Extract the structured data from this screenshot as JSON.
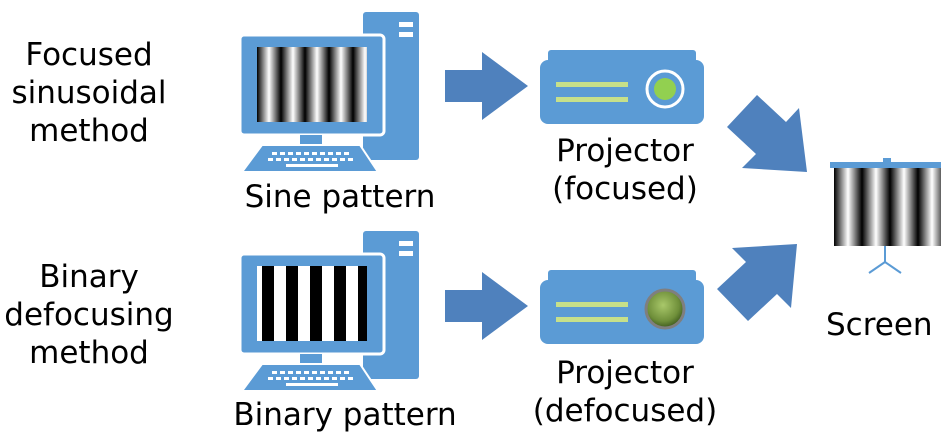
{
  "methods": {
    "top": [
      "Focused",
      "sinusoidal",
      "method"
    ],
    "bottom": [
      "Binary",
      "defocusing",
      "method"
    ]
  },
  "computers": {
    "top_caption": "Sine pattern",
    "bottom_caption": "Binary pattern"
  },
  "projectors": {
    "top": [
      "Projector",
      "(focused)"
    ],
    "bottom": [
      "Projector",
      "(defocused)"
    ]
  },
  "screen": {
    "caption": "Screen"
  },
  "colors": {
    "device_blue": "#5b9bd5",
    "device_dark": "#41719c",
    "arrow_blue": "#4f81bd",
    "lens_green_focused": "#92d050",
    "lens_green_defocused": "#6f8f3a",
    "stripe_green": "#c6e08a"
  }
}
